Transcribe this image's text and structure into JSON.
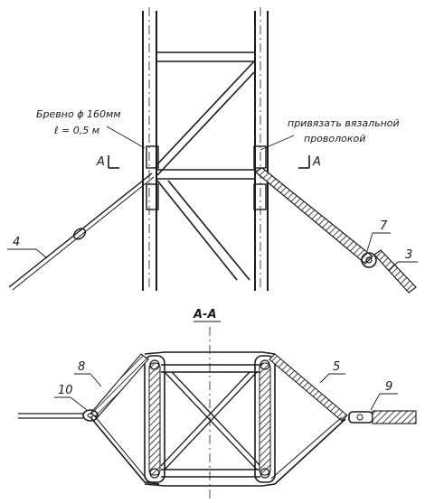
{
  "annotations": {
    "log_line1": "Бревно ϕ 160мм",
    "log_line2": "ℓ = 0,5 м",
    "tie_line1": "привязать вязальной",
    "tie_line2": "проволокой",
    "section_left": "А",
    "section_right": "А",
    "section_title": "А-А"
  },
  "callouts": {
    "c3": "3",
    "c4": "4",
    "c5": "5",
    "c7": "7",
    "c8": "8",
    "c9": "9",
    "c10": "10"
  }
}
